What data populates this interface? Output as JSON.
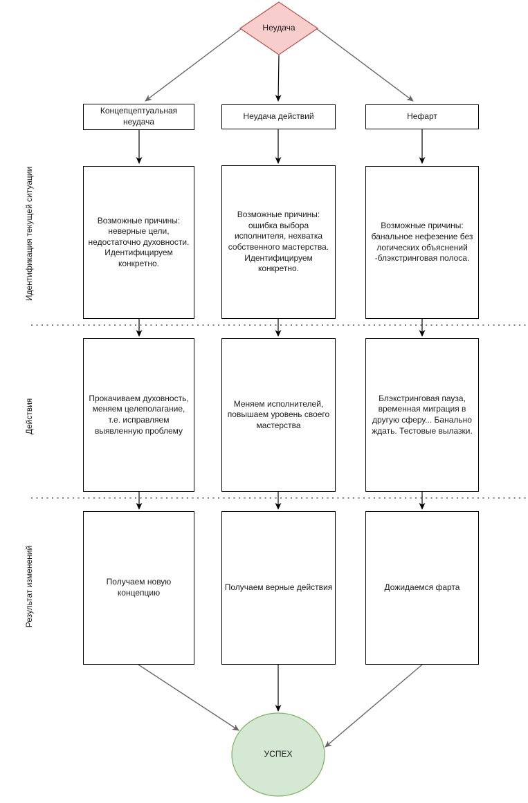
{
  "nodes": {
    "failure": {
      "label": "Неудача"
    },
    "success": {
      "label": "УСПЕХ"
    }
  },
  "row_labels": [
    "Идентификация текущей ситуации",
    "Действия",
    "Результат изменений"
  ],
  "columns": [
    {
      "header": "Концепцептуальная неудача",
      "causes": "Возможные причины: неверные цели, недостаточно духовности. Идентифицируем конкретно.",
      "action": "Прокачиваем духовность, меняем целеполагание, т.е. исправляем выявленную проблему",
      "result": "Получаем новую концепцию"
    },
    {
      "header": "Неудача действий",
      "causes": "Возможные причины: ошибка выбора исполнителя, нехватка собственного мастерства. Идентифицируем конкретно.",
      "action": "Меняем исполнителей, повышаем уровень своего мастерства",
      "result": "Получаем верные действия"
    },
    {
      "header": "Нефарт",
      "causes": "Возможные причины: банальное нефезение без логических объяснений -блэкстринговая полоса.",
      "action": "Блэкстринговая пауза, временная миграция в другую сферу... Банально ждать. Тестовые вылазки.",
      "result": "Дожидаемся фарта"
    }
  ],
  "colors": {
    "failure_fill": "#f8cecc",
    "failure_stroke": "#b85450",
    "success_fill": "#d5e8d4",
    "success_stroke": "#82b366",
    "box_stroke": "#000000",
    "connector_black": "#000000",
    "connector_gray": "#666666",
    "divider_gray": "#808080"
  }
}
